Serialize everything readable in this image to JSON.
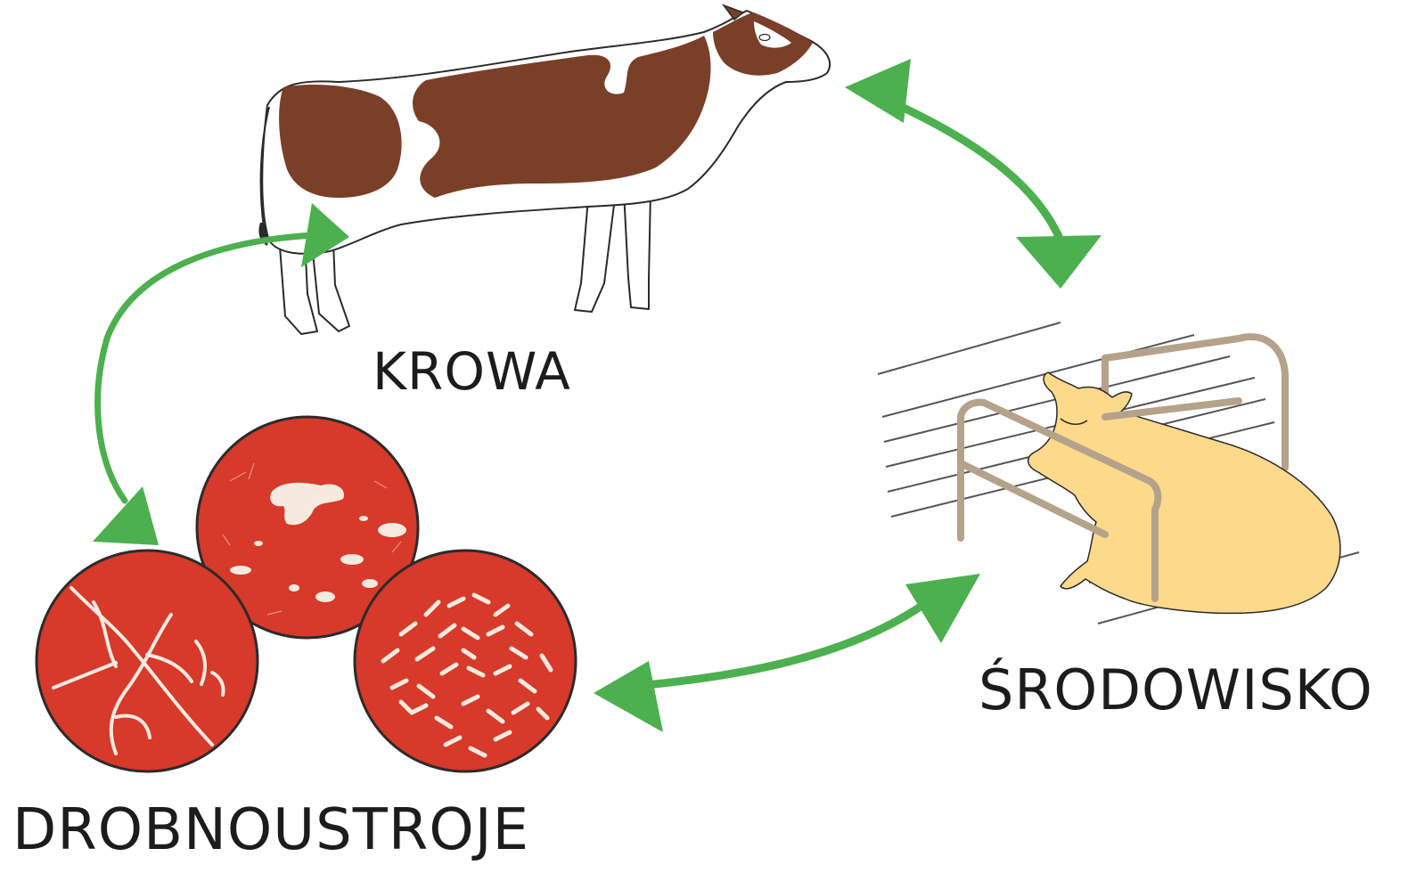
{
  "labels": {
    "cow": "KROWA",
    "environment": "ŚRODOWISKO",
    "microbes": "DROBNOUSTROJE"
  },
  "colors": {
    "arrow": "#4cb04f",
    "cow_patch": "#7a3f28",
    "cow_outline": "#2a2a2a",
    "cow_body": "#ffffff",
    "env_cow": "#fdd98c",
    "stall_bar": "#b5a28a",
    "stall_line": "#555555",
    "petri_fill": "#d7392a",
    "petri_outline": "#2b2b2b",
    "microbe": "#f6eadf"
  },
  "icons": {
    "cow": "holstein-cow-illustration",
    "environment": "lying-cow-in-stall-illustration",
    "microbes": "three-petri-dishes-illustration",
    "arrows": "double-headed-curved-arrow"
  }
}
